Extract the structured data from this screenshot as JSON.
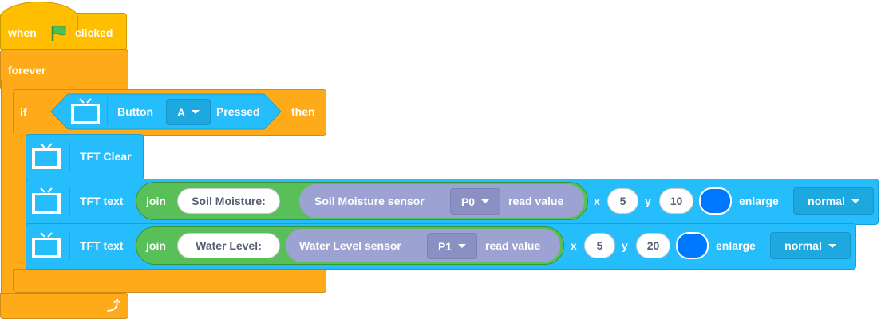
{
  "hat": {
    "when": "when",
    "clicked": "clicked"
  },
  "forever": {
    "label": "forever"
  },
  "if_block": {
    "if": "if",
    "then": "then",
    "condition": {
      "label": "Button",
      "button": "A",
      "pressed": "Pressed"
    }
  },
  "tft_clear": {
    "label": "TFT Clear"
  },
  "tft_text_blocks": [
    {
      "label": "TFT text",
      "join": "join",
      "text": "Soil Moisture:",
      "sensor": "Soil Moisture sensor",
      "pin": "P0",
      "read": "read value",
      "x_label": "x",
      "x": "5",
      "y_label": "y",
      "y": "10",
      "color": "#0077FF",
      "enlarge_label": "enlarge",
      "enlarge": "normal"
    },
    {
      "label": "TFT text",
      "join": "join",
      "text": "Water Level:",
      "sensor": "Water Level sensor",
      "pin": "P1",
      "read": "read value",
      "x_label": "x",
      "x": "5",
      "y_label": "y",
      "y": "20",
      "color": "#0077FF",
      "enlarge_label": "enlarge",
      "enlarge": "normal"
    }
  ],
  "colors": {
    "events": "#FFBF00",
    "control": "#FFAB19",
    "tft": "#25BDFC",
    "operators": "#59C059",
    "sensor": "#9CA3D3"
  }
}
